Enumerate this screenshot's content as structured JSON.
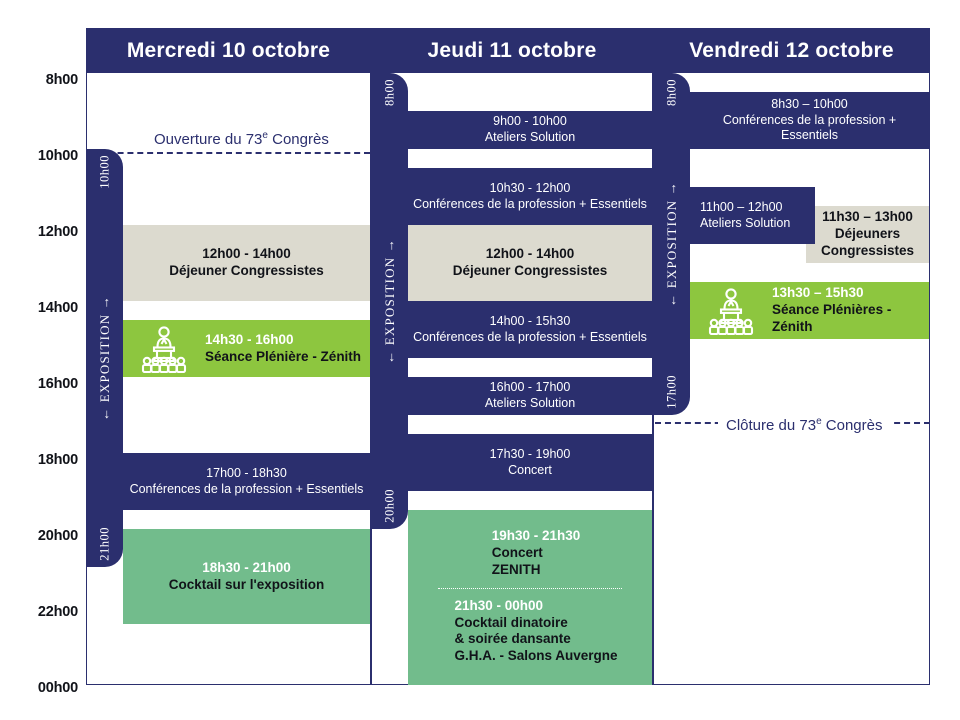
{
  "time_axis": {
    "labels": [
      "8h00",
      "10h00",
      "12h00",
      "14h00",
      "16h00",
      "18h00",
      "20h00",
      "22h00",
      "00h00"
    ]
  },
  "annotations": {
    "opening": {
      "text": "Ouverture du 73",
      "sup": "e",
      "tail": " Congrès"
    },
    "closing": {
      "text": "Clôture du 73",
      "sup": "e",
      "tail": " Congrès"
    }
  },
  "exposition": {
    "label": "← EXPOSITION →",
    "wednesday": {
      "start": "10h00",
      "end": "21h00"
    },
    "thursday": {
      "start": "8h00",
      "end": "20h00"
    },
    "friday": {
      "start": "8h00",
      "end": "17h00"
    }
  },
  "days": [
    {
      "title": "Mercredi 10 octobre",
      "events": [
        {
          "time": "12h00 - 14h00",
          "title": "Déjeuner Congressistes",
          "style": "beige"
        },
        {
          "time": "14h30 - 16h00",
          "title": "Séance Plénière - Zénith",
          "style": "green",
          "icon": "podium-audience-icon"
        },
        {
          "time": "17h00 - 18h30",
          "title": "Conférences de la profession + Essentiels",
          "style": "navy"
        },
        {
          "time": "18h30 - 21h00",
          "title": "Cocktail sur l'exposition",
          "style": "mint"
        }
      ]
    },
    {
      "title": "Jeudi 11 octobre",
      "events": [
        {
          "time": "9h00 - 10h00",
          "title": "Ateliers Solution",
          "style": "navy"
        },
        {
          "time": "10h30 - 12h00",
          "title": "Conférences de la profession + Essentiels",
          "style": "navy"
        },
        {
          "time": "12h00 - 14h00",
          "title": "Déjeuner Congressistes",
          "style": "beige"
        },
        {
          "time": "14h00 - 15h30",
          "title": "Conférences de la profession + Essentiels",
          "style": "navy"
        },
        {
          "time": "16h00 - 17h00",
          "title": "Ateliers Solution",
          "style": "navy"
        },
        {
          "time": "17h30 - 19h00",
          "title": "Conférences de la profession + Essentiels",
          "style": "navy"
        },
        {
          "time": "19h30 - 21h30",
          "title": "Concert",
          "title2": "ZENITH",
          "style": "mint",
          "second": {
            "time": "21h30 - 00h00",
            "line1": "Cocktail dinatoire",
            "line2": "& soirée dansante",
            "line3": "G.H.A. - Salons Auvergne"
          }
        }
      ]
    },
    {
      "title": "Vendredi 12 octobre",
      "events": [
        {
          "time": "8h30  – 10h00",
          "title": "Conférences de la profession + Essentiels",
          "style": "navy"
        },
        {
          "time": "11h00 – 12h00",
          "title": "Ateliers Solution",
          "style": "navy"
        },
        {
          "time": "11h30 – 13h00",
          "title": "Déjeuners Congressistes",
          "style": "beige"
        },
        {
          "time": "13h30  – 15h30",
          "title": "Séance Plénières - Zénith",
          "style": "green",
          "icon": "podium-audience-icon"
        }
      ]
    }
  ],
  "colors": {
    "navy": "#2b2f6e",
    "beige": "#dcdacf",
    "green": "#8dc63f",
    "mint": "#72bc8c",
    "white": "#ffffff"
  }
}
